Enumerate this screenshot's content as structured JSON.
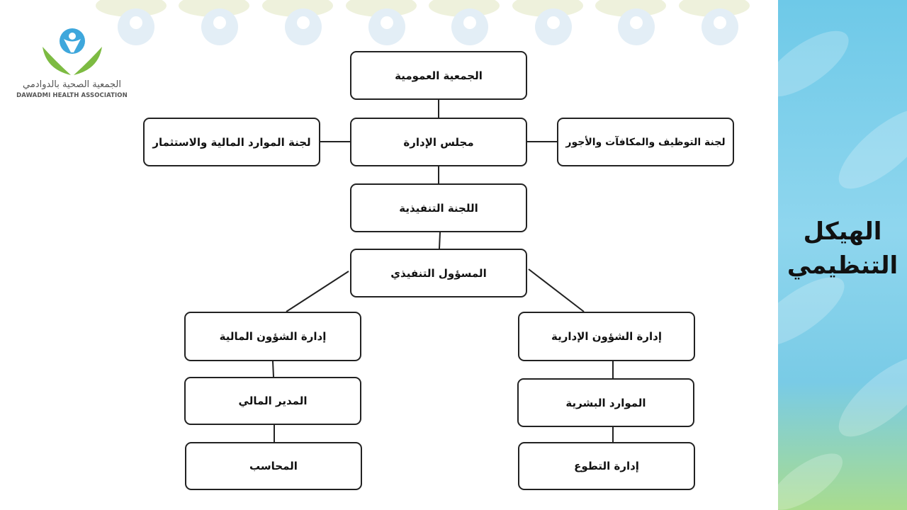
{
  "logo": {
    "name_ar": "الجمعية الصحية بالدوادمي",
    "name_en": "DAWADMI HEALTH ASSOCIATION"
  },
  "title": {
    "line1": "الهيكل",
    "line2": "التنظيمي"
  },
  "org_chart": {
    "general_assembly": "الجمعية العمومية",
    "board": "مجلس الإدارة",
    "finance_committee": "لجنة الموارد المالية والاستثمار",
    "hr_committee": "لجنة التوظيف والمكافآت والأجور",
    "executive_committee": "اللجنة التنفيذية",
    "executive_officer": "المسؤول التنفيذي",
    "financial_affairs": "إدارة الشؤون المالية",
    "administrative_affairs": "إدارة الشؤون الإدارية",
    "finance_manager": "المدير المالي",
    "human_resources": "الموارد البشرية",
    "accountant": "المحاسب",
    "volunteering": "إدارة التطوع"
  },
  "colors": {
    "side_panel": "#7fd0ec",
    "logo_blue": "#3ea7dc",
    "logo_green": "#7dbb42",
    "border": "#222222"
  }
}
